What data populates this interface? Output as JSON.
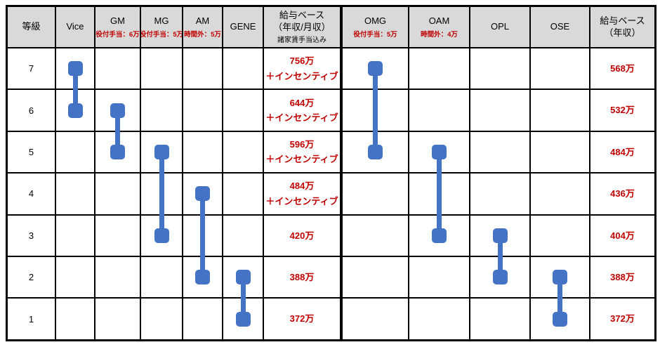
{
  "colors": {
    "range_bar": "#4472C4",
    "highlight_text": "#C00000",
    "header_bg": "#D9D9D9",
    "grid_line": "#000000"
  },
  "table": {
    "columns": [
      {
        "key": "grade",
        "label": "等級"
      },
      {
        "key": "vice",
        "label": "Vice"
      },
      {
        "key": "gm",
        "label": "GM",
        "sub": "役付手当：6万"
      },
      {
        "key": "mg",
        "label": "MG",
        "sub": "役付手当：5万"
      },
      {
        "key": "am",
        "label": "AM",
        "sub": "時間外：5万"
      },
      {
        "key": "gene",
        "label": "GENE"
      },
      {
        "key": "salary_monthly",
        "label": "給与ベース",
        "label2": "（年収/月収）",
        "note": "諸家賃手当込み"
      },
      {
        "key": "omg",
        "label": "OMG",
        "sub": "役付手当：5万"
      },
      {
        "key": "oam",
        "label": "OAM",
        "sub": "時間外：4万"
      },
      {
        "key": "opl",
        "label": "OPL"
      },
      {
        "key": "ose",
        "label": "OSE"
      },
      {
        "key": "salary_annual",
        "label": "給与ベース",
        "label2": "（年収）"
      }
    ],
    "rows": [
      {
        "grade": "7",
        "salary_monthly": "756万",
        "incentive": "＋インセンティブ",
        "salary_annual": "568万"
      },
      {
        "grade": "6",
        "salary_monthly": "644万",
        "incentive": "＋インセンティブ",
        "salary_annual": "532万"
      },
      {
        "grade": "5",
        "salary_monthly": "596万",
        "incentive": "＋インセンティブ",
        "salary_annual": "484万"
      },
      {
        "grade": "4",
        "salary_monthly": "484万",
        "incentive": "＋インセンティブ",
        "salary_annual": "436万"
      },
      {
        "grade": "3",
        "salary_monthly": "420万",
        "incentive": "",
        "salary_annual": "404万"
      },
      {
        "grade": "2",
        "salary_monthly": "388万",
        "incentive": "",
        "salary_annual": "388万"
      },
      {
        "grade": "1",
        "salary_monthly": "372万",
        "incentive": "",
        "salary_annual": "372万"
      }
    ],
    "ranges": [
      {
        "column": "vice",
        "from_grade": 7,
        "to_grade": 6
      },
      {
        "column": "gm",
        "from_grade": 6,
        "to_grade": 5
      },
      {
        "column": "mg",
        "from_grade": 5,
        "to_grade": 3
      },
      {
        "column": "am",
        "from_grade": 4,
        "to_grade": 2
      },
      {
        "column": "gene",
        "from_grade": 2,
        "to_grade": 1
      },
      {
        "column": "omg",
        "from_grade": 7,
        "to_grade": 5
      },
      {
        "column": "oam",
        "from_grade": 5,
        "to_grade": 3
      },
      {
        "column": "opl",
        "from_grade": 3,
        "to_grade": 2
      },
      {
        "column": "ose",
        "from_grade": 2,
        "to_grade": 1
      }
    ]
  },
  "chart_data": {
    "type": "table",
    "grades": [
      "7",
      "6",
      "5",
      "4",
      "3",
      "2",
      "1"
    ],
    "roles": [
      {
        "name": "Vice",
        "allowance": "",
        "grade_range": [
          6,
          7
        ]
      },
      {
        "name": "GM",
        "allowance": "役付手当：6万",
        "grade_range": [
          5,
          6
        ]
      },
      {
        "name": "MG",
        "allowance": "役付手当：5万",
        "grade_range": [
          3,
          5
        ]
      },
      {
        "name": "AM",
        "allowance": "時間外：5万",
        "grade_range": [
          2,
          4
        ]
      },
      {
        "name": "GENE",
        "allowance": "",
        "grade_range": [
          1,
          2
        ]
      },
      {
        "name": "OMG",
        "allowance": "役付手当：5万",
        "grade_range": [
          5,
          7
        ]
      },
      {
        "name": "OAM",
        "allowance": "時間外：4万",
        "grade_range": [
          3,
          5
        ]
      },
      {
        "name": "OPL",
        "allowance": "",
        "grade_range": [
          2,
          3
        ]
      },
      {
        "name": "OSE",
        "allowance": "",
        "grade_range": [
          1,
          2
        ]
      }
    ],
    "salary_monthly_base": {
      "header": [
        "給与ベース",
        "（年収/月収）",
        "諸家賃手当込み"
      ],
      "by_grade": {
        "7": "756万＋インセンティブ",
        "6": "644万＋インセンティブ",
        "5": "596万＋インセンティブ",
        "4": "484万＋インセンティブ",
        "3": "420万",
        "2": "388万",
        "1": "372万"
      }
    },
    "salary_annual_base": {
      "header": [
        "給与ベース",
        "（年収）"
      ],
      "by_grade": {
        "7": "568万",
        "6": "532万",
        "5": "484万",
        "4": "436万",
        "3": "404万",
        "2": "388万",
        "1": "372万"
      }
    }
  }
}
